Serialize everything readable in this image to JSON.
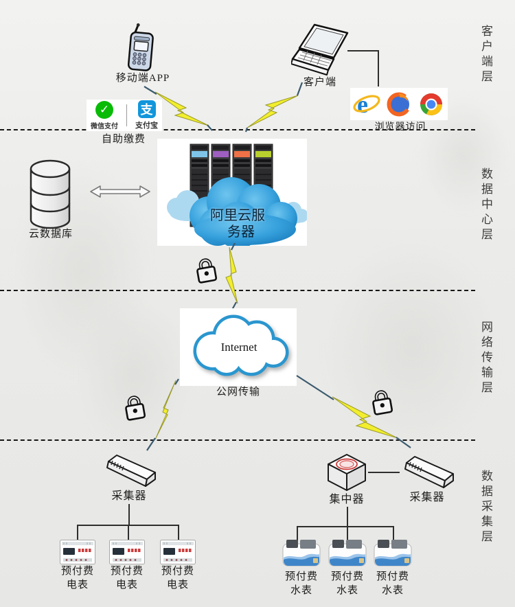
{
  "layer_labels": {
    "client": "客户端层",
    "data_center": "数据中心层",
    "network": "网络传输层",
    "collection": "数据采集层"
  },
  "client_layer": {
    "mobile_app": "移动端APP",
    "wechat_pay": "微信支付",
    "alipay": "支付宝",
    "alipay_char": "支",
    "wechat_check": "✓",
    "self_payment": "自助缴费",
    "client_pc": "客户端",
    "browser_access": "浏览器访问"
  },
  "data_center_layer": {
    "server_line1": "阿里云服",
    "server_line2": "务器",
    "database": "云数据库"
  },
  "network_layer": {
    "internet": "Internet",
    "public_net": "公网传输"
  },
  "collection_layer": {
    "collector_left": "采集器",
    "concentrator": "集中器",
    "collector_right": "采集器",
    "electric_meter_line1": "预付费",
    "electric_meter_line2": "电表",
    "water_meter_line1": "预付费",
    "water_meter_line2": "水表"
  },
  "icons": {
    "mobile_phone": "mobile-phone-icon",
    "laptop": "laptop-icon",
    "wechat_pay": "wechat-pay-icon",
    "alipay": "alipay-icon",
    "ie": "ie-browser-icon",
    "firefox": "firefox-browser-icon",
    "chrome": "chrome-browser-icon",
    "lock": "lock-icon",
    "lightning": "lightning-icon",
    "server_cluster": "server-cluster-icon",
    "cloud": "cloud-icon",
    "database": "database-cylinder-icon",
    "internet_cloud": "internet-cloud-icon",
    "collector": "collector-icon",
    "concentrator": "concentrator-icon",
    "electric_meter": "electric-meter-icon",
    "water_meter": "water-meter-icon"
  },
  "colors": {
    "wechat_green": "#09bb07",
    "alipay_blue": "#1296db",
    "lightning_yellow": "#f2ee2e",
    "cloud_blue": "#2f9ad2",
    "server_tops": [
      "#7fc4e8",
      "#9f5fc0",
      "#ef7147",
      "#b9cf2e"
    ],
    "background": "#ebebe9"
  }
}
